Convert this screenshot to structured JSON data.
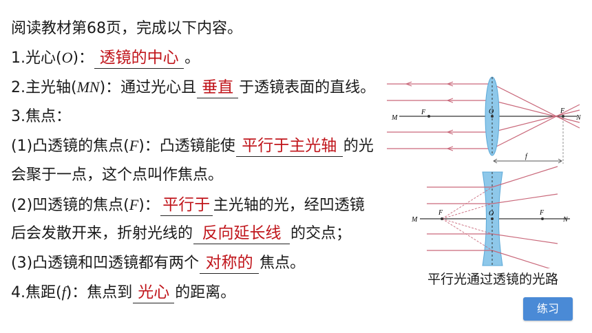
{
  "intro": "阅读教材第68页，完成以下内容。",
  "items": {
    "i1": {
      "prefix": "1.光心(",
      "var": "O",
      "suffix": ")：",
      "answer": "透镜的中心",
      "after": "。"
    },
    "i2": {
      "prefix": "2.主光轴(",
      "var": "MN",
      "mid": ")：通过光心且",
      "answer": "垂直",
      "after": "于透镜表面的直线。"
    },
    "i3": {
      "text": "3.焦点："
    },
    "i3a": {
      "prefix": "(1)凸透镜的焦点(",
      "var": "F",
      "mid": ")：凸透镜能使",
      "answer": "平行于主光轴",
      "after": "的光",
      "cont": "会聚于一点，这个点叫作焦点。"
    },
    "i3b": {
      "prefix": "(2)凹透镜的焦点(",
      "var": "F",
      "mid": ")：",
      "answer": "平行于",
      "after": "主光轴的光，经凹透镜",
      "cont_prefix": "后会发散开来，折射光线的",
      "answer2": "反向延长线",
      "cont_after": "的交点；"
    },
    "i3c": {
      "prefix": "(3)凸透镜和凹透镜都有两个",
      "answer": "对称的",
      "after": "焦点。"
    },
    "i4": {
      "prefix": "4.焦距(",
      "var": "f",
      "mid": ")：焦点到",
      "answer": "光心",
      "after": "的距离。"
    }
  },
  "figure": {
    "convex": {
      "M": "M",
      "F1": "F",
      "O": "O",
      "F2": "F",
      "N": "N",
      "f": "f"
    },
    "concave": {
      "M": "M",
      "F1": "F",
      "O": "O",
      "F2": "F",
      "N": "N"
    },
    "caption": "平行光通过透镜的光路",
    "colors": {
      "ray": "#c9687a",
      "lens": "#8ec8ea",
      "axis": "#333333",
      "answer": "#c0151b"
    }
  },
  "practice_button": "练习"
}
